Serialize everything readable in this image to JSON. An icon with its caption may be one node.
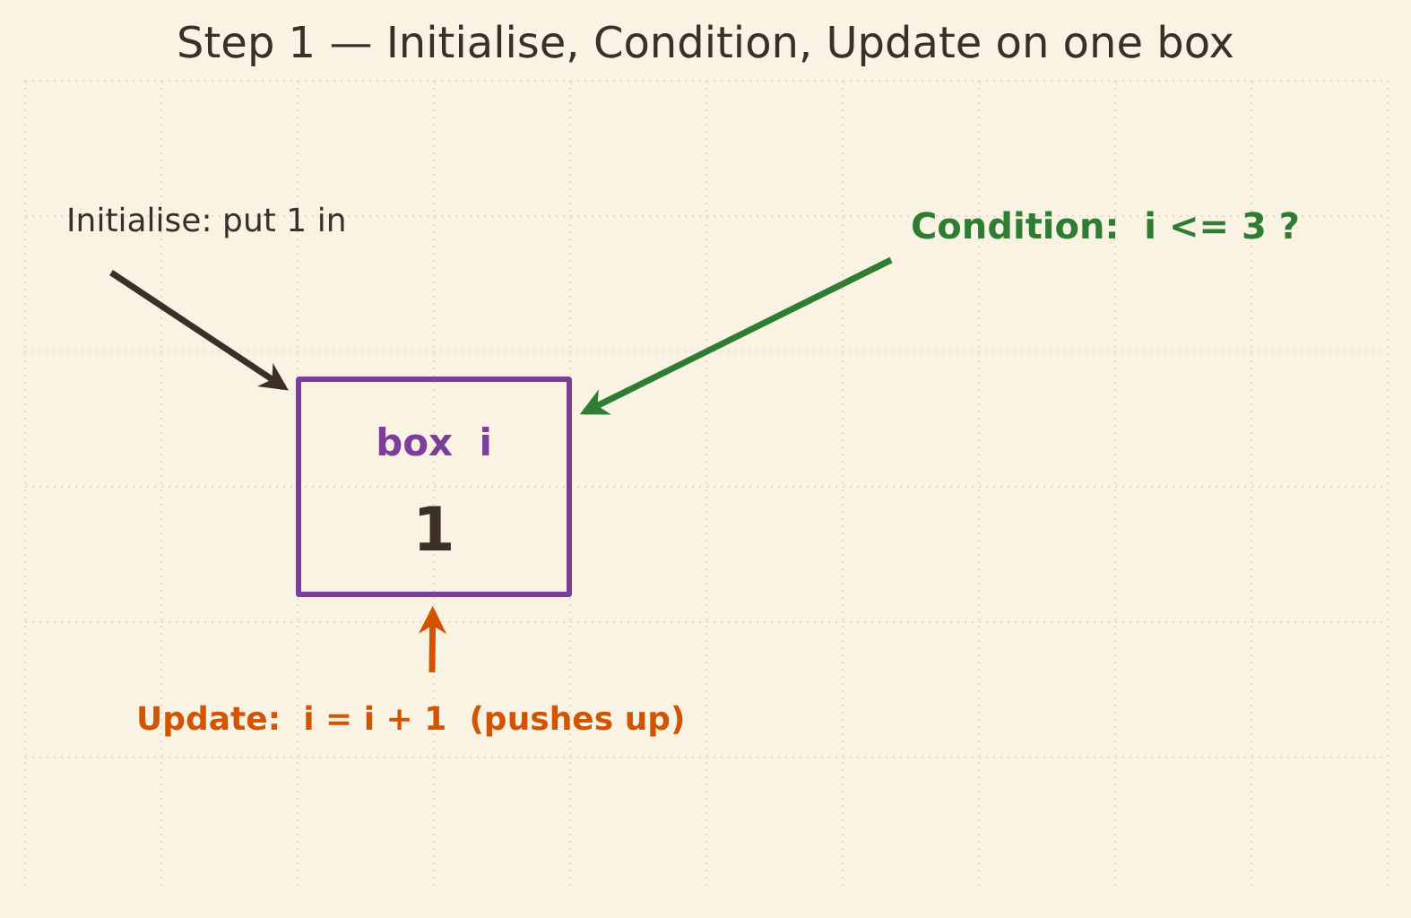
{
  "diagram": {
    "title": "Step 1 — Initialise, Condition, Update on one box",
    "nodes": [
      {
        "text": [
          "Initialise: put 1 in"
        ]
      },
      {
        "text": [
          "Condition:  i <= 3 ?"
        ]
      },
      {
        "text": [
          "box  i",
          "1"
        ]
      },
      {
        "text": [
          "Update:  i = i + 1  (pushes up)"
        ]
      }
    ],
    "edges": [
      {
        "from": 0,
        "to": 2,
        "arrow": "to",
        "color": "#3b2f28"
      },
      {
        "from": 1,
        "to": 2,
        "arrow": "to",
        "color": "#2e7d32"
      },
      {
        "from": 3,
        "to": 2,
        "arrow": "to",
        "color": "#d35400"
      }
    ]
  }
}
